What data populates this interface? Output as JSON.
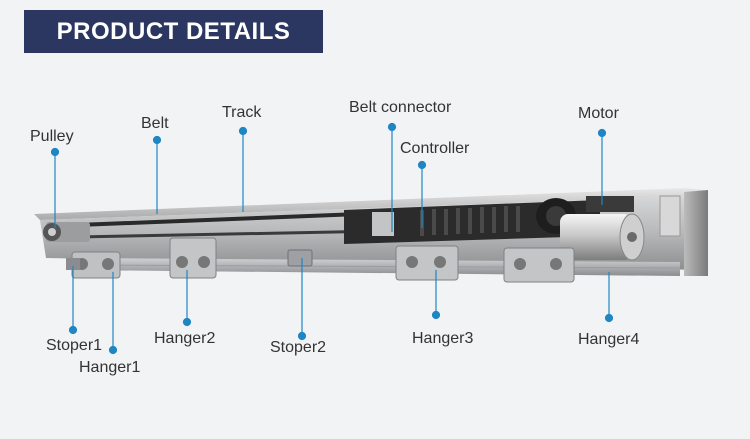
{
  "banner": {
    "title": "PRODUCT DETAILS"
  },
  "callout_color": "#1f86c4",
  "labels": {
    "pulley": "Pulley",
    "belt": "Belt",
    "track": "Track",
    "belt_connector": "Belt connector",
    "controller": "Controller",
    "motor": "Motor",
    "stoper1": "Stoper1",
    "hanger1": "Hanger1",
    "hanger2": "Hanger2",
    "stoper2": "Stoper2",
    "hanger3": "Hanger3",
    "hanger4": "Hanger4"
  }
}
